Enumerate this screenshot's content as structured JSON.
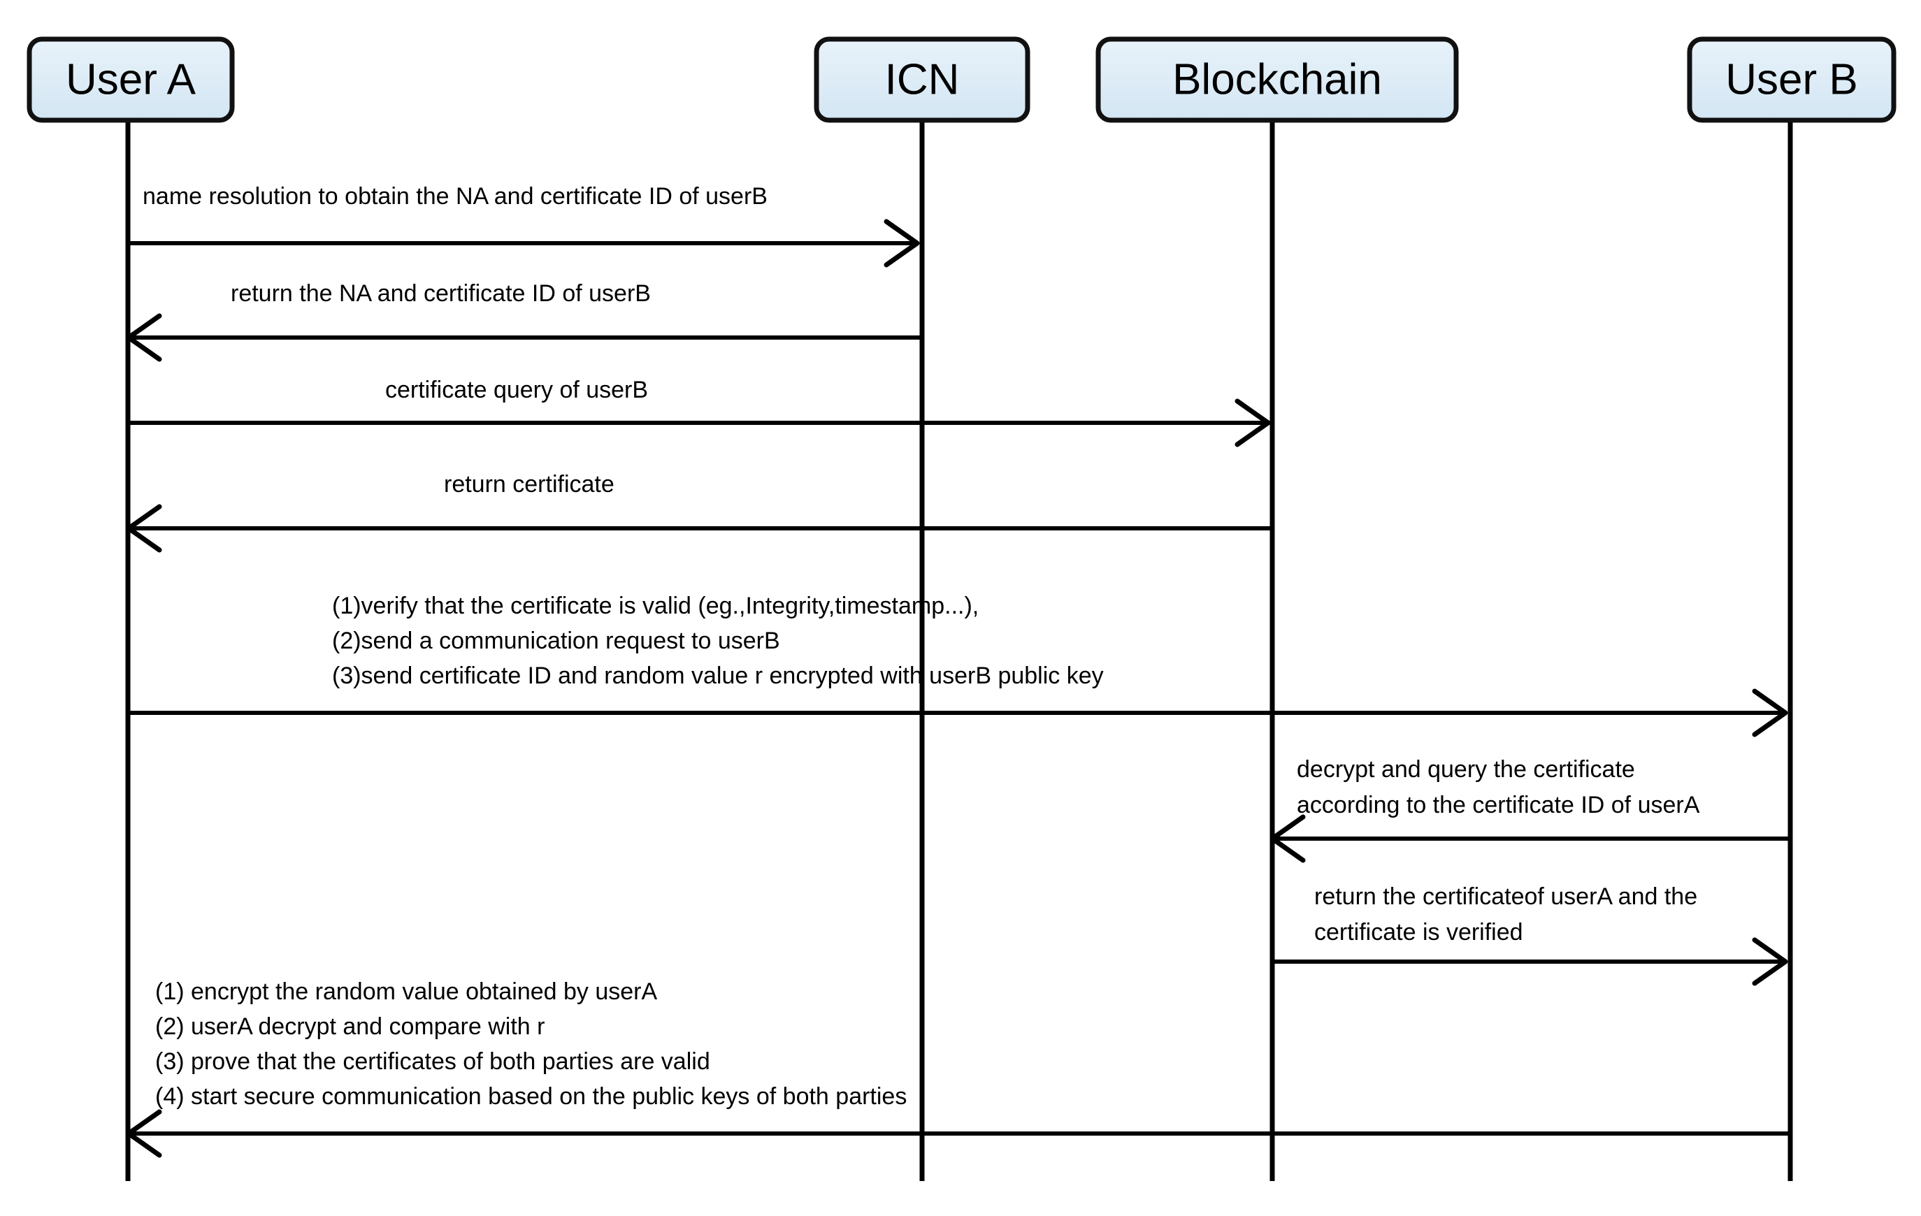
{
  "diagram": {
    "title": "Secure communication sequence between User A and User B via ICN and Blockchain",
    "type": "sequence-diagram",
    "background_color": "#ffffff",
    "actor_fill_color": "#dbeaf5",
    "actor_stroke_color": "#1a1a1a",
    "line_color": "#000000"
  },
  "actors": [
    {
      "id": "userA",
      "label": "User A"
    },
    {
      "id": "icn",
      "label": "ICN"
    },
    {
      "id": "blockchain",
      "label": "Blockchain"
    },
    {
      "id": "userB",
      "label": "User B"
    }
  ],
  "messages": [
    {
      "id": "m1",
      "from": "userA",
      "to": "icn",
      "direction": "right",
      "lines": [
        "name resolution to obtain the NA and certificate ID of userB"
      ]
    },
    {
      "id": "m2",
      "from": "icn",
      "to": "userA",
      "direction": "left",
      "lines": [
        "return the NA and certificate ID of userB"
      ]
    },
    {
      "id": "m3",
      "from": "userA",
      "to": "blockchain",
      "direction": "right",
      "lines": [
        "certificate query of userB"
      ]
    },
    {
      "id": "m4",
      "from": "blockchain",
      "to": "userA",
      "direction": "left",
      "lines": [
        "return certificate"
      ]
    },
    {
      "id": "m5",
      "from": "userA",
      "to": "userB",
      "direction": "right",
      "lines": [
        "(1)verify that the certificate is valid (eg.,Integrity,timestamp...),",
        "(2)send a communication request to userB",
        "(3)send certificate ID and random value r encrypted with userB public key"
      ]
    },
    {
      "id": "m6",
      "from": "userB",
      "to": "blockchain",
      "direction": "left",
      "lines": [
        "decrypt and query the certificate",
        "according to the certificate ID of userA"
      ]
    },
    {
      "id": "m7",
      "from": "blockchain",
      "to": "userB",
      "direction": "right",
      "lines": [
        "return  the certificateof userA and the",
        "certificate is verified"
      ]
    },
    {
      "id": "m8",
      "from": "userB",
      "to": "userA",
      "direction": "left",
      "lines": [
        "(1) encrypt the random value obtained by userA",
        "(2) userA decrypt and compare with r",
        "(3) prove that the certificates of both parties are valid",
        "(4) start secure communication based on the public keys of both parties"
      ]
    }
  ]
}
